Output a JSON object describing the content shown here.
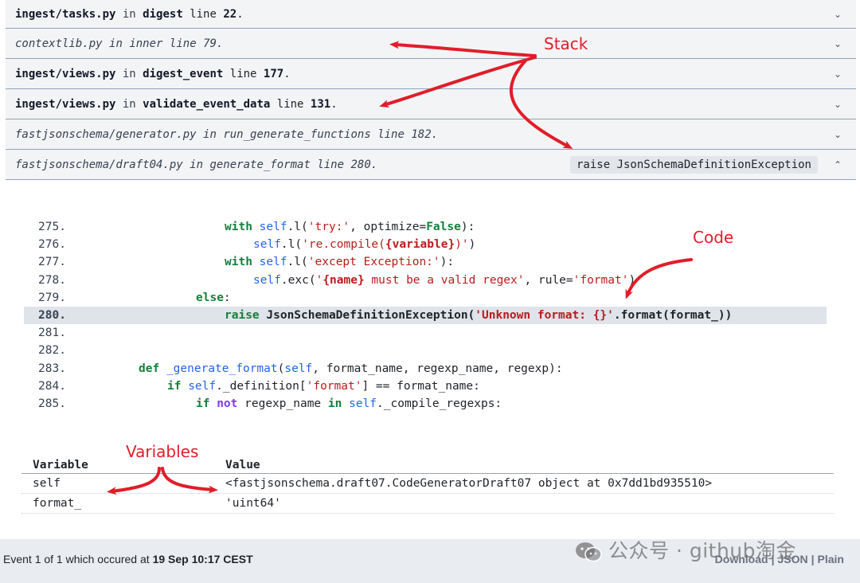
{
  "frames": [
    {
      "file": "ingest/tasks.py",
      "in_word": "in",
      "func": "digest",
      "line_word": "line",
      "line": "22",
      "bold": true
    },
    {
      "file": "contextlib.py",
      "in_word": "in",
      "func": "inner",
      "line_word": "line",
      "line": "79",
      "bold": false
    },
    {
      "file": "ingest/views.py",
      "in_word": "in",
      "func": "digest_event",
      "line_word": "line",
      "line": "177",
      "bold": true
    },
    {
      "file": "ingest/views.py",
      "in_word": "in",
      "func": "validate_event_data",
      "line_word": "line",
      "line": "131",
      "bold": true
    },
    {
      "file": "fastjsonschema/generator.py",
      "in_word": "in",
      "func": "run_generate_functions",
      "line_word": "line",
      "line": "182",
      "bold": false
    },
    {
      "file": "fastjsonschema/draft04.py",
      "in_word": "in",
      "func": "generate_format",
      "line_word": "line",
      "line": "280",
      "bold": false,
      "badge": "raise JsonSchemaDefinitionException"
    }
  ],
  "code": {
    "lines": [
      {
        "n": "275.",
        "t": "with self.l('try:', optimize=False):"
      },
      {
        "n": "276.",
        "t": "self.l('re.compile({variable})')"
      },
      {
        "n": "277.",
        "t": "with self.l('except Exception:'):"
      },
      {
        "n": "278.",
        "t": "self.exc('{name} must be a valid regex', rule='format')"
      },
      {
        "n": "279.",
        "t": "else:"
      },
      {
        "n": "280.",
        "t": "raise JsonSchemaDefinitionException('Unknown format: {}'.format(format_))"
      },
      {
        "n": "281.",
        "t": ""
      },
      {
        "n": "282.",
        "t": ""
      },
      {
        "n": "283.",
        "t": "def _generate_format(self, format_name, regexp_name, regexp):"
      },
      {
        "n": "284.",
        "t": "if self._definition['format'] == format_name:"
      },
      {
        "n": "285.",
        "t": "if not regexp_name in self._compile_regexps:"
      }
    ],
    "highlight_line": "280."
  },
  "variables": {
    "header_name": "Variable",
    "header_value": "Value",
    "rows": [
      {
        "name": "self",
        "value": "<fastjsonschema.draft07.CodeGeneratorDraft07 object at 0x7dd1bd935510>"
      },
      {
        "name": "format_",
        "value": "'uint64'"
      }
    ]
  },
  "footer": {
    "event_prefix": "Event 1 of 1 which occured at",
    "event_time": "19 Sep 10:17 CEST",
    "link_download": "Download",
    "link_json": "JSON",
    "link_plain": "Plain",
    "separator": "|"
  },
  "watermark": {
    "text": "公众号 · github淘金"
  },
  "annotations": {
    "stack": "Stack",
    "code": "Code",
    "variables": "Variables"
  },
  "colors": {
    "annotation": "#e11d2a",
    "keyword": "#15803d",
    "string": "#b91c1c",
    "self": "#2563eb",
    "frame_bg": "#f3f4f6"
  }
}
